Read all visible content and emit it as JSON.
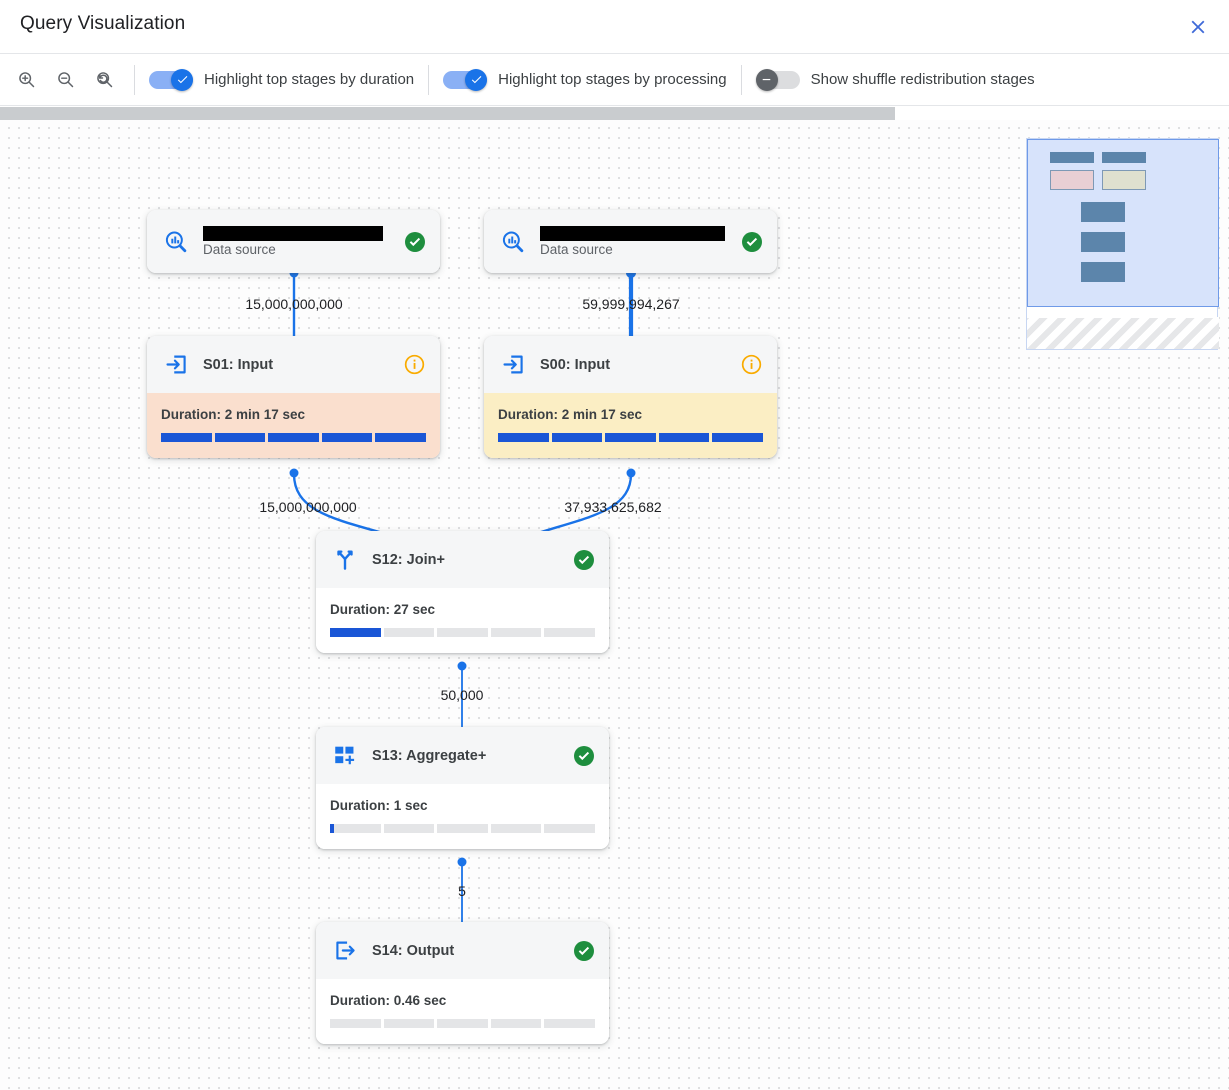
{
  "window": {
    "title": "Query Visualization",
    "close_icon": "close-icon"
  },
  "toolbar": {
    "zoom_in_icon": "zoom-in-icon",
    "zoom_out_icon": "zoom-out-icon",
    "zoom_reset_icon": "zoom-reset-icon",
    "toggles": [
      {
        "label": "Highlight top stages by duration",
        "state": "on"
      },
      {
        "label": "Highlight top stages by processing",
        "state": "on"
      },
      {
        "label": "Show shuffle redistribution stages",
        "state": "off"
      }
    ]
  },
  "colors": {
    "accent": "#1a73e8",
    "duration_highlight": "#fadfce",
    "processing_highlight": "#fbeec4",
    "success": "#1e8e3e",
    "warning": "#f9ab00",
    "edge": "#1a73e8"
  },
  "graph": {
    "nodes": [
      {
        "id": "ds-left",
        "type": "data-source",
        "icon": "bigquery-data-source-icon",
        "name_redacted": true,
        "subtitle": "Data source",
        "status": "success"
      },
      {
        "id": "ds-right",
        "type": "data-source",
        "icon": "bigquery-data-source-icon",
        "name_redacted": true,
        "subtitle": "Data source",
        "status": "success"
      },
      {
        "id": "S01",
        "type": "stage",
        "icon": "input-arrow-icon",
        "title": "S01: Input",
        "status": "info",
        "duration_label": "Duration: 2 min 17 sec",
        "progress_fill": 100,
        "highlight": "duration"
      },
      {
        "id": "S00",
        "type": "stage",
        "icon": "input-arrow-icon",
        "title": "S00: Input",
        "status": "info",
        "duration_label": "Duration: 2 min 17 sec",
        "progress_fill": 100,
        "highlight": "processing"
      },
      {
        "id": "S12",
        "type": "stage",
        "icon": "join-merge-icon",
        "title": "S12: Join+",
        "status": "success",
        "duration_label": "Duration: 27 sec",
        "progress_fill": 20,
        "highlight": "none"
      },
      {
        "id": "S13",
        "type": "stage",
        "icon": "aggregate-plus-icon",
        "title": "S13: Aggregate+",
        "status": "success",
        "duration_label": "Duration: 1 sec",
        "progress_fill": 1.5,
        "highlight": "none"
      },
      {
        "id": "S14",
        "type": "stage",
        "icon": "output-arrow-icon",
        "title": "S14: Output",
        "status": "success",
        "duration_label": "Duration: 0.46 sec",
        "progress_fill": 0,
        "highlight": "none"
      }
    ],
    "edges": [
      {
        "from": "ds-left",
        "to": "S01",
        "label": "15,000,000,000"
      },
      {
        "from": "ds-right",
        "to": "S00",
        "label": "59,999,994,267"
      },
      {
        "from": "S01",
        "to": "S12",
        "label": "15,000,000,000"
      },
      {
        "from": "S00",
        "to": "S12",
        "label": "37,933,625,682"
      },
      {
        "from": "S12",
        "to": "S13",
        "label": "50,000"
      },
      {
        "from": "S13",
        "to": "S14",
        "label": "5"
      }
    ]
  },
  "minimap": {
    "name": "graph-minimap"
  }
}
